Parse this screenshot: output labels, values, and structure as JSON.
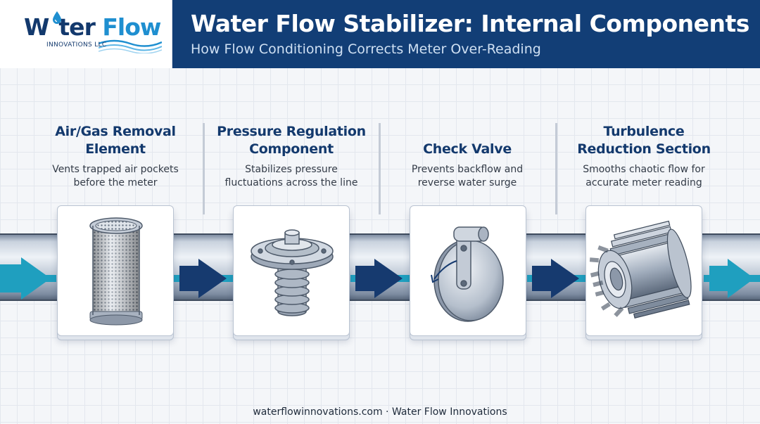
{
  "brand": {
    "logo_word1": "W",
    "logo_word2": "ter",
    "logo_word3": "Flow",
    "logo_sub": "INNOVATIONS LLC"
  },
  "header": {
    "title": "Water Flow Stabilizer: Internal Components",
    "subtitle": "How Flow Conditioning Corrects Meter Over-Reading"
  },
  "components": [
    {
      "title_line1": "Air/Gas Removal",
      "title_line2": "Element",
      "desc_line1": "Vents trapped air pockets",
      "desc_line2": "before the meter",
      "icon": "mesh-filter-cylinder-icon"
    },
    {
      "title_line1": "Pressure Regulation",
      "title_line2": "Component",
      "desc_line1": "Stabilizes pressure",
      "desc_line2": "fluctuations across the line",
      "icon": "spring-regulator-icon"
    },
    {
      "title_line1": "",
      "title_line2": "Check Valve",
      "desc_line1": "Prevents backflow and",
      "desc_line2": "reverse water surge",
      "icon": "swing-check-valve-icon"
    },
    {
      "title_line1": "Turbulence",
      "title_line2": "Reduction Section",
      "desc_line1": "Smooths chaotic flow for",
      "desc_line2": "accurate meter reading",
      "icon": "finned-flow-straightener-icon"
    }
  ],
  "footer": {
    "text": "waterflowinnovations.com · Water Flow Innovations"
  },
  "colors": {
    "navy": "#123e76",
    "teal_arrow": "#1f9fbf",
    "navy_arrow": "#163a6f"
  }
}
